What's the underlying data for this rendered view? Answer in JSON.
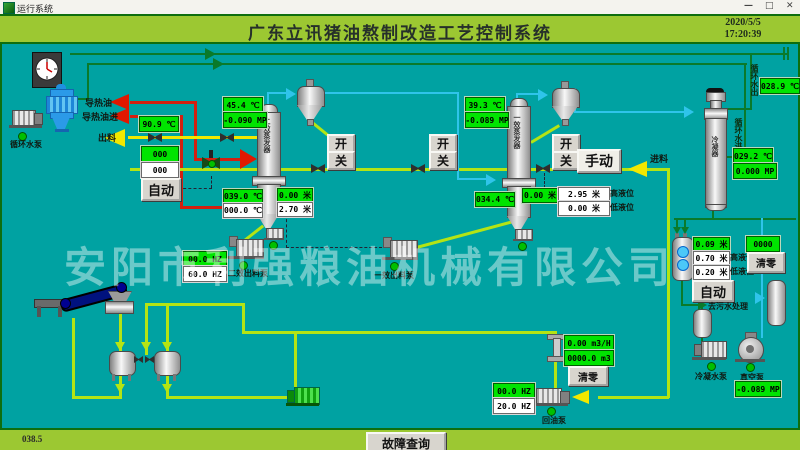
{
  "titlebar": {
    "app_title": "运行系统",
    "minimize": "—",
    "maximize": "□",
    "close": "✕"
  },
  "header": {
    "title": "广东立讯猪油熬制改造工艺控制系统",
    "date": "2020/5/5",
    "time": "17:20:39"
  },
  "watermark": "安阳市利强粮油机械有限公司",
  "buttons": {
    "auto": "自动",
    "manual": "手动",
    "open": "开",
    "close": "关",
    "clear": "清零",
    "fault_query": "故障查询"
  },
  "labels": {
    "heat_oil": "导热油",
    "heat_oil_in": "导热油进",
    "discharge": "出料",
    "feed": "进料",
    "circulating_pump": "循环水泵",
    "circulating_out": "循环水出",
    "circulating_in": "循环水进",
    "high_level": "高液位",
    "low_level": "低液位",
    "to_sewage": "去污水处理",
    "evaporator2": "二效蒸发器",
    "evaporator1": "一效蒸发器",
    "condenser": "冷凝器",
    "evap2_out_pump": "二效出料泵",
    "evap1_out_pump": "一效出料泵",
    "oil_return_pump": "回油泵",
    "condensate_pump": "冷凝水泵",
    "vacuum_pump": "真空泵"
  },
  "displays": {
    "oil_temp": "90.9 ℃",
    "left_setpoint": "000",
    "left_setpoint_entry": "000",
    "evap2_temp": "45.4 ℃",
    "evap2_pressure": "-0.090 MP",
    "evap2_oil_temp": "039.0 ℃",
    "evap2_oil_set": "000.0 ℃",
    "evap2_level": "0.00 米",
    "evap2_level_set": "2.70 米",
    "evap2_pump_hz": "00.0 HZ",
    "evap2_pump_hz_set": "60.0 HZ",
    "evap1_temp": "39.3 ℃",
    "evap1_pressure": "-0.089 MP",
    "evap1_oil_temp": "034.4 ℃",
    "evap1_level": "0.00 米",
    "evap1_level_high": "2.95 米",
    "evap1_level_low": "0.00 米",
    "circulating_out_temp": "028.9 ℃",
    "circulating_in_temp": "029.2 ℃",
    "circulating_in_pressure": "0.000 MP",
    "separator_level": "0.09 米",
    "separator_level_high": "0.70 米",
    "separator_level_low": "0.20 米",
    "counter": "0000",
    "flow_rate": "0.00 m3/H",
    "flow_total": "0000.0 m3",
    "oil_return_hz": "00.0 HZ",
    "oil_return_hz_set": "20.0 HZ",
    "vacuum_pressure": "-0.089 MP"
  },
  "footer": {
    "status_value": "038.5"
  },
  "colors": {
    "canvas": "#00a2a2",
    "bar_green": "#9cc832",
    "display_green": "#00e400",
    "pipe_green": "#0a7a2a",
    "pipe_yellow": "#f2e800",
    "pipe_red": "#d42010",
    "pipe_cyan": "#2fc4ea"
  }
}
